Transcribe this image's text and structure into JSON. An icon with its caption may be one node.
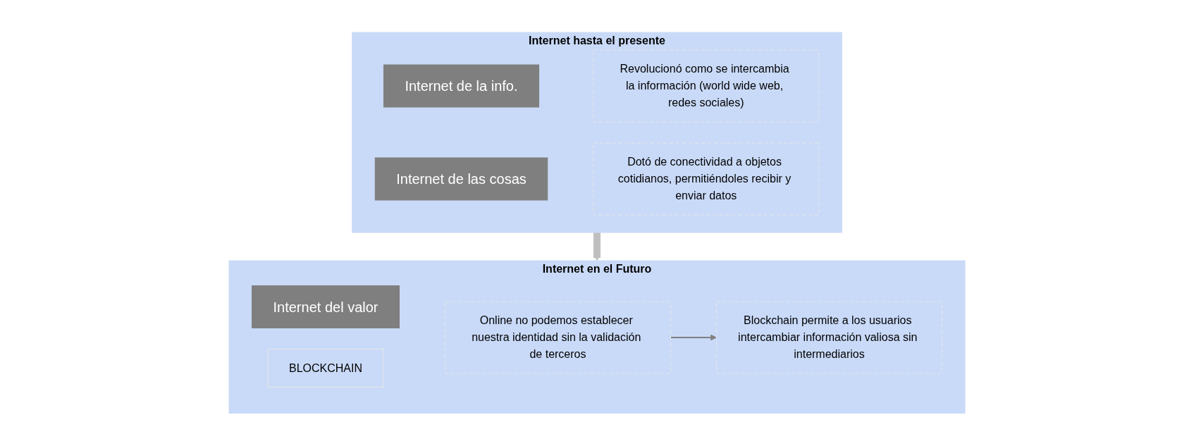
{
  "diagram": {
    "nodes": [
      {
        "text": [
          "Internet hasta el presente"
        ]
      },
      {
        "text": [
          "Internet de la info."
        ],
        "in": 0
      },
      {
        "text": [
          "Revolucionó como se intercambia la información (world wide web, redes sociales)"
        ],
        "in": 0
      },
      {
        "text": [
          "Internet de las cosas"
        ],
        "in": 0
      },
      {
        "text": [
          "Dotó de conectividad a objetos cotidianos, permitiéndoles recibir y enviar datos"
        ],
        "in": 0
      },
      {
        "text": [
          "Internet en el Futuro"
        ]
      },
      {
        "text": [
          "Internet del valor"
        ],
        "in": 5
      },
      {
        "text": [
          "BLOCKCHAIN"
        ],
        "in": 5
      },
      {
        "text": [
          "Online no podemos establecer nuestra identidad sin la validación de terceros"
        ],
        "in": 5
      },
      {
        "text": [
          "Blockchain permite a los usuarios intercambiar información valiosa sin intermediarios"
        ],
        "in": 5
      }
    ],
    "edges": [
      {
        "from": 0,
        "to": 5,
        "arrow": "to",
        "style": "thick",
        "color": "#bfbfbf"
      },
      {
        "from": 8,
        "to": 9,
        "arrow": "to"
      }
    ]
  }
}
